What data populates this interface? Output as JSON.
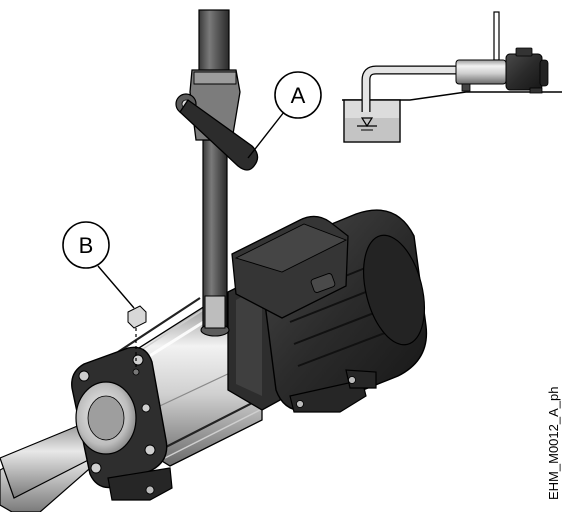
{
  "callouts": {
    "a": {
      "label": "A",
      "target": "valve-handle"
    },
    "b": {
      "label": "B",
      "target": "vent-plug"
    }
  },
  "figure_code": "EHM_M0012_A_ph",
  "colors": {
    "background": "#ffffff",
    "motor": "#2e2e2e",
    "motor_shadow": "#1c1c1c",
    "steel_light": "#e6e6e6",
    "steel_mid": "#b0b0b0",
    "steel_dark": "#6e6e6e",
    "pipe": "#4a4a4a",
    "outline": "#000000"
  }
}
